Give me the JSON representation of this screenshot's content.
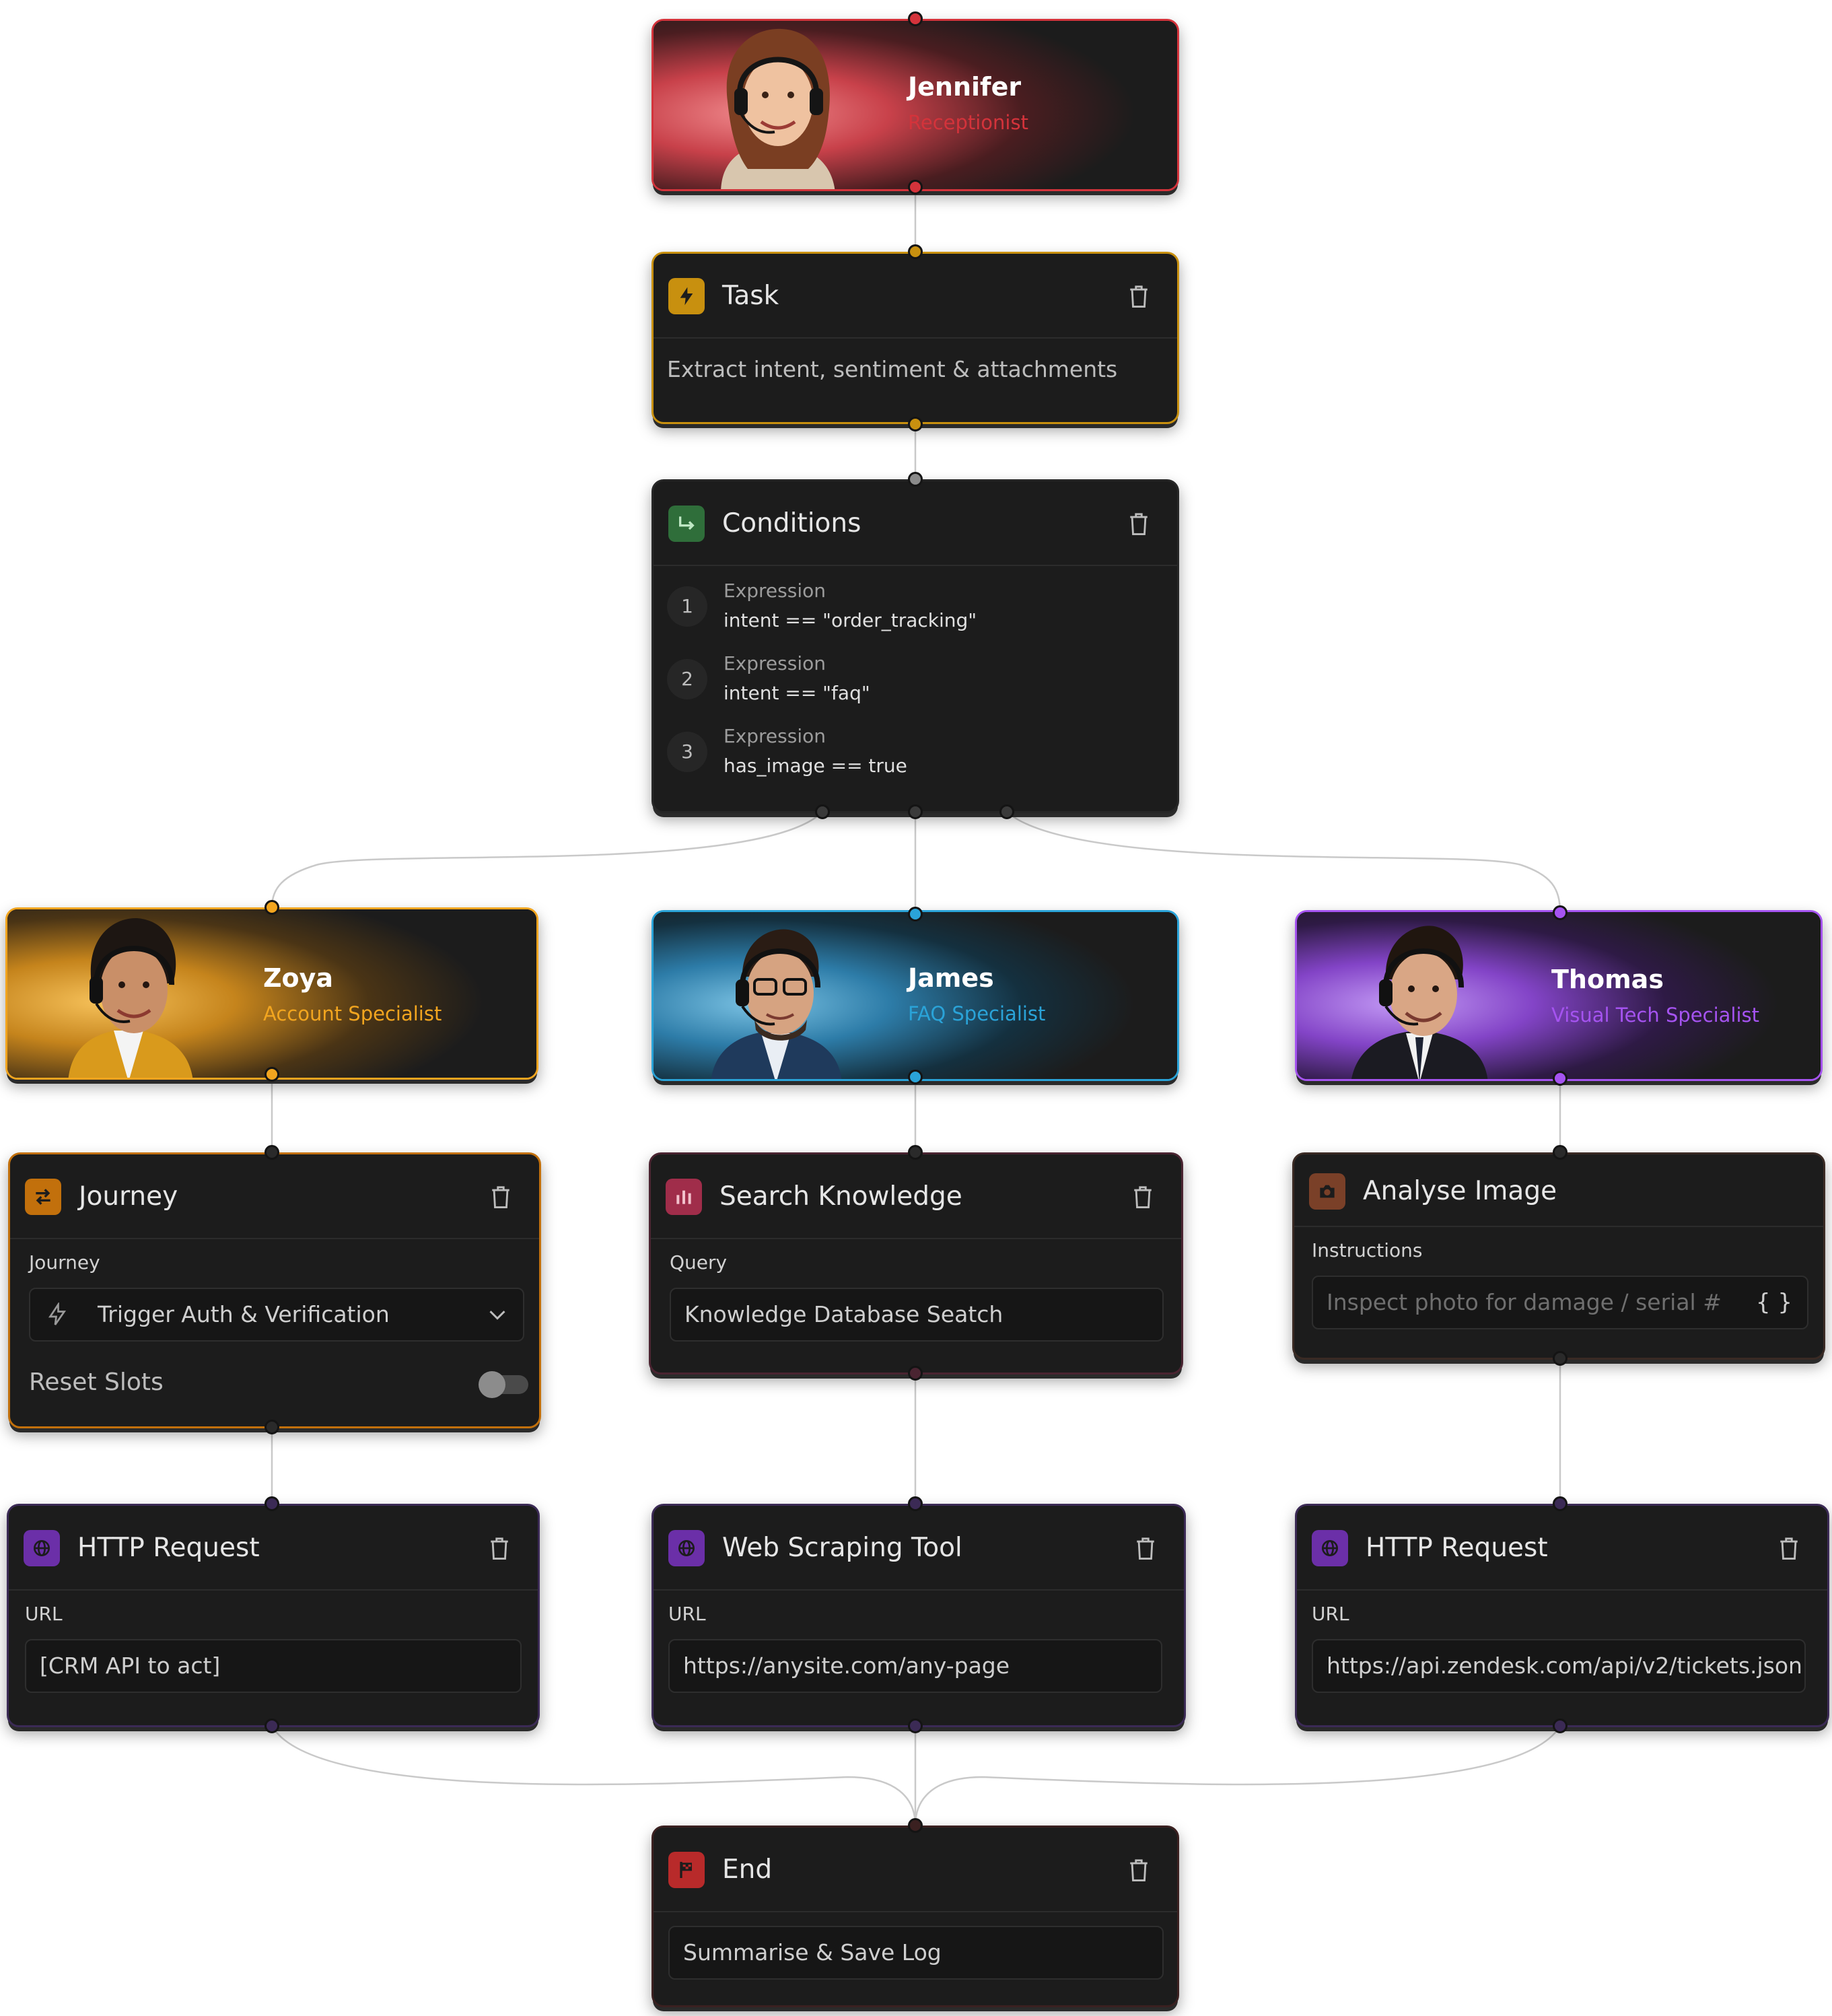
{
  "colors": {
    "jennifer": "#d4333b",
    "task": "#c8900f",
    "conditions": "#2f6e3a",
    "zoya": "#f2a51f",
    "james": "#2aa3d8",
    "thomas": "#a553f0",
    "http": "#6b2fa8",
    "search": "#a02d4a",
    "image": "#7a4028",
    "end": "#b82a2a",
    "journey": "#c2700c"
  },
  "agents": {
    "jennifer": {
      "name": "Jennifer",
      "role": "Receptionist"
    },
    "zoya": {
      "name": "Zoya",
      "role": "Account Specialist"
    },
    "james": {
      "name": "James",
      "role": "FAQ Specialist"
    },
    "thomas": {
      "name": "Thomas",
      "role": "Visual Tech Specialist"
    }
  },
  "task": {
    "title": "Task",
    "icon": "lightning-icon",
    "text": "Extract intent, sentiment & attachments"
  },
  "conditions": {
    "title": "Conditions",
    "icon": "branch-arrow-icon",
    "items": [
      {
        "num": "1",
        "label": "Expression",
        "expr": "intent == \"order_tracking\""
      },
      {
        "num": "2",
        "label": "Expression",
        "expr": "intent == \"faq\""
      },
      {
        "num": "3",
        "label": "Expression",
        "expr": "has_image == true"
      }
    ]
  },
  "journey": {
    "title": "Journey",
    "icon": "swap-arrows-icon",
    "field_label": "Journey",
    "selected": "Trigger Auth & Verification",
    "reset_label": "Reset Slots"
  },
  "search": {
    "title": "Search Knowledge",
    "icon": "bar-chart-icon",
    "field_label": "Query",
    "value": "Knowledge Database Seatch"
  },
  "image": {
    "title": "Analyse Image",
    "icon": "camera-icon",
    "field_label": "Instructions",
    "placeholder": "Inspect photo for damage / serial #",
    "braces": "{ }"
  },
  "http_left": {
    "title": "HTTP Request",
    "icon": "globe-icon",
    "field_label": "URL",
    "value": "[CRM API to act]"
  },
  "web": {
    "title": "Web Scraping Tool",
    "icon": "globe-icon",
    "field_label": "URL",
    "value": "https://anysite.com/any-page"
  },
  "http_right": {
    "title": "HTTP Request",
    "icon": "globe-icon",
    "field_label": "URL",
    "value": "https://api.zendesk.com/api/v2/tickets.json"
  },
  "end": {
    "title": "End",
    "icon": "flag-icon",
    "value": "Summarise & Save Log"
  }
}
